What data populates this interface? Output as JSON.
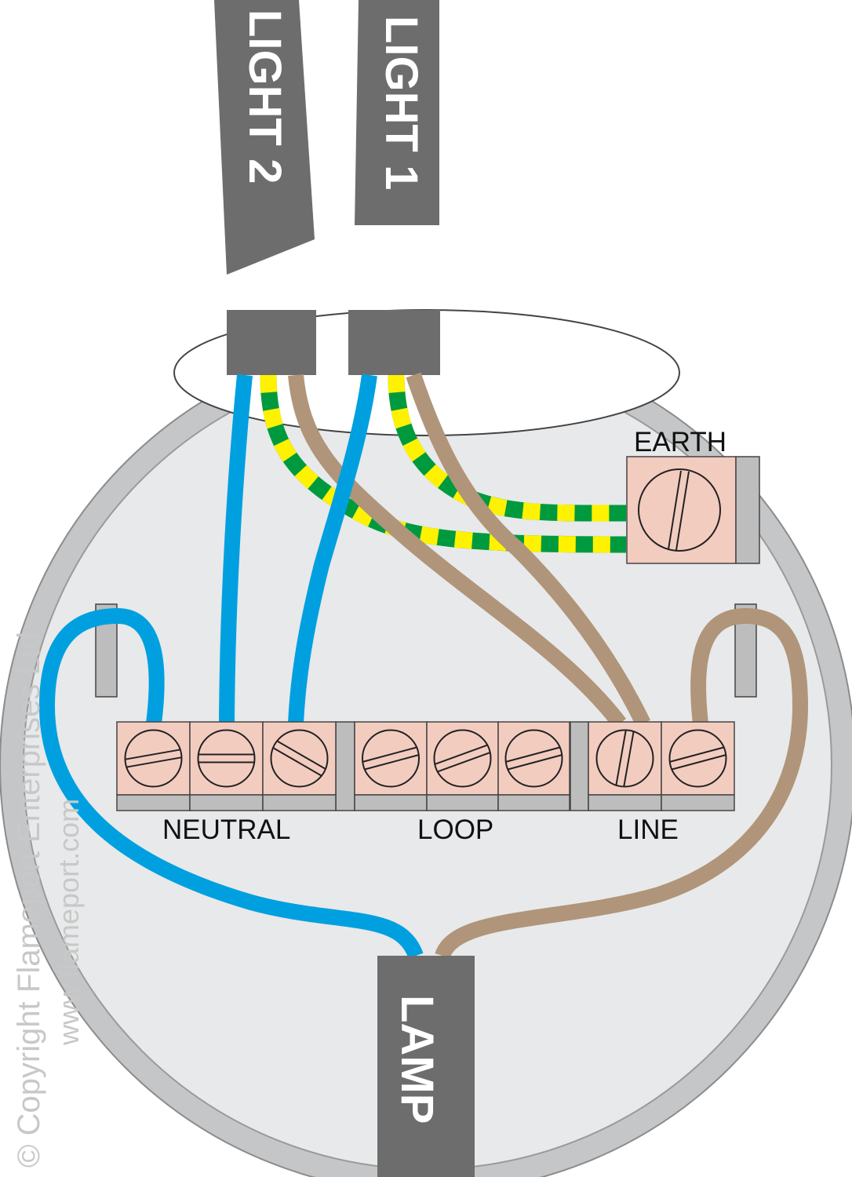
{
  "cables": {
    "light2": "LIGHT 2",
    "light1": "LIGHT 1",
    "lamp": "LAMP"
  },
  "terminals": {
    "earth": "EARTH",
    "neutral": "NEUTRAL",
    "loop": "LOOP",
    "line": "LINE"
  },
  "watermark": {
    "copyright": "© Copyright Flameport Enterprises Ltd",
    "website": "www.flameport.com"
  },
  "colors": {
    "neutral_wire": "#00a0e0",
    "line_wire": "#b0957a",
    "earth_green": "#009a3e",
    "earth_yellow": "#fff200",
    "cable_sheath": "#6d6d6d",
    "terminal_block": "#f3ccc0",
    "rose_base": "#e8e9ea",
    "rose_rim": "#c5c6c8"
  }
}
